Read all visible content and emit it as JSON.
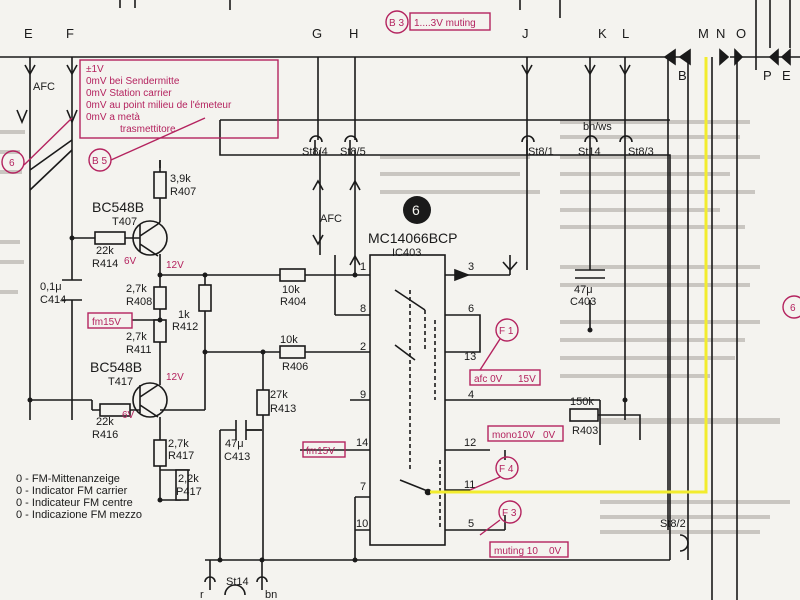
{
  "bus_labels": {
    "e": "E",
    "f": "F",
    "g": "G",
    "h": "H",
    "j": "J",
    "k": "K",
    "l": "L",
    "m": "M",
    "n": "N",
    "o": "O",
    "b": "B",
    "p": "P",
    "e_cut": "E"
  },
  "afc_labels": {
    "left": "AFC",
    "center": "AFC"
  },
  "refs": {
    "b3": "B 3",
    "b5": "B 5",
    "left6": "6",
    "chip6": "6",
    "f1": "F 1",
    "f3": "F 3",
    "f4": "F 4",
    "right6": "6"
  },
  "b3_note": "1....3V muting",
  "note_box": {
    "lines": [
      "±1V",
      "0mV  bei Sendermitte",
      "0mV  Station carrier",
      "0mV  au point milieu de l'émeteur",
      "0mV  a metà",
      "trasmettitore"
    ]
  },
  "connectors": {
    "st8_4": "St8/4",
    "st8_5": "St8/5",
    "st8_1": "St8/1",
    "st14": "St14",
    "st8_3": "St8/3",
    "st8_2": "St8/2",
    "st14_bottom": "St14",
    "bnws": "bn/ws",
    "r": "r",
    "bn": "bn"
  },
  "ic": {
    "name": "MC14066BCP",
    "ref": "IC403"
  },
  "ic_pins": [
    "1",
    "3",
    "8",
    "6",
    "13",
    "2",
    "4",
    "9",
    "14",
    "12",
    "7",
    "11",
    "10",
    "5"
  ],
  "transistors": {
    "t407": {
      "type": "BC548B",
      "ref": "T407"
    },
    "t417": {
      "type": "BC548B",
      "ref": "T417"
    }
  },
  "components": {
    "r407": {
      "value": "3,9k",
      "ref": "R407"
    },
    "r414": {
      "value": "22k",
      "ref": "R414"
    },
    "r408": {
      "value": "2,7k",
      "ref": "R408"
    },
    "r412": {
      "value": "1k",
      "ref": "R412"
    },
    "r411": {
      "value": "2,7k",
      "ref": "R411"
    },
    "r416": {
      "value": "22k",
      "ref": "R416"
    },
    "r417": {
      "value": "2,7k",
      "ref": "R417"
    },
    "p417": {
      "value": "2,2k",
      "ref": "P417"
    },
    "r404": {
      "value": "10k",
      "ref": "R404"
    },
    "r406": {
      "value": "10k",
      "ref": "R406"
    },
    "r413": {
      "value": "27k",
      "ref": "R413"
    },
    "r403": {
      "value": "150k",
      "ref": "R403"
    },
    "c414": {
      "value": "0,1μ",
      "ref": "C414"
    },
    "c413": {
      "value": "47μ",
      "ref": "C413"
    },
    "c403": {
      "value": "47μ",
      "ref": "C403"
    }
  },
  "voltages": {
    "v6_t407": "6V",
    "v12_t407": "12V",
    "v6_t417": "6V",
    "v12_t417": "12V"
  },
  "tags": {
    "fm15v_left": "fm15V",
    "fm15v_chip": "fm15V",
    "afc": "afc 0V",
    "afc_15": "15V",
    "mono": "mono10V",
    "mono_0": "0V",
    "muting": "muting 10",
    "muting_0": "0V"
  },
  "legend": [
    "0 - FM-Mittenanzeige",
    "0 - Indicator FM carrier",
    "0 - Indicateur FM centre",
    "0 - Indicazione FM mezzo"
  ],
  "colors": {
    "ink": "#1a1a1a",
    "callout": "#b4235f",
    "highlight": "#f2ec2e",
    "paper": "#f4f3ef"
  }
}
